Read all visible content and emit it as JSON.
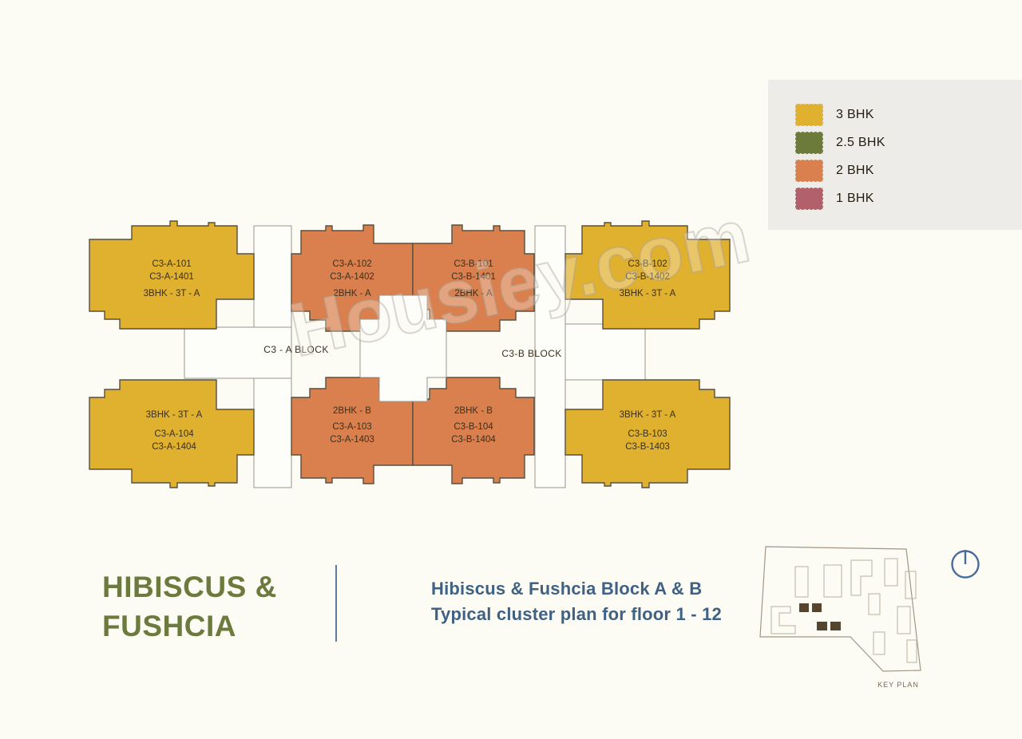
{
  "legend": {
    "items": [
      {
        "label": "3 BHK",
        "color": "#e0b02f"
      },
      {
        "label": "2.5 BHK",
        "color": "#6d7b3a"
      },
      {
        "label": "2 BHK",
        "color": "#d9804e"
      },
      {
        "label": "1 BHK",
        "color": "#b2606b"
      }
    ]
  },
  "plan": {
    "block_a_label": "C3 - A BLOCK",
    "block_b_label": "C3-B BLOCK",
    "units": [
      {
        "line1": "C3-A-101",
        "line2": "C3-A-1401",
        "type": "3BHK - 3T - A",
        "bhk": "3 BHK"
      },
      {
        "line1": "C3-A-102",
        "line2": "C3-A-1402",
        "type": "2BHK - A",
        "bhk": "2 BHK"
      },
      {
        "line1": "C3-B-101",
        "line2": "C3-B-1401",
        "type": "2BHK - A",
        "bhk": "2 BHK"
      },
      {
        "line1": "C3-B-102",
        "line2": "C3-B-1402",
        "type": "3BHK - 3T - A",
        "bhk": "3 BHK"
      },
      {
        "line1": "C3-A-104",
        "line2": "C3-A-1404",
        "type": "3BHK - 3T - A",
        "bhk": "3 BHK"
      },
      {
        "line1": "C3-A-103",
        "line2": "C3-A-1403",
        "type": "2BHK - B",
        "bhk": "2 BHK"
      },
      {
        "line1": "C3-B-104",
        "line2": "C3-B-1404",
        "type": "2BHK - B",
        "bhk": "2 BHK"
      },
      {
        "line1": "C3-B-103",
        "line2": "C3-B-1403",
        "type": "3BHK - 3T - A",
        "bhk": "3 BHK"
      }
    ]
  },
  "watermark": {
    "text": "Housiey.com"
  },
  "footer": {
    "title_line1": "HIBISCUS &",
    "title_line2": "FUSHCIA",
    "subtitle_line1": "Hibiscus & Fushcia Block A & B",
    "subtitle_line2": "Typical cluster plan for floor 1 - 12"
  },
  "keyplan": {
    "label": "KEY PLAN"
  },
  "colors": {
    "background": "#fcfcf4",
    "legend_panel": "#edece8",
    "title_green": "#6c7a3e",
    "subtitle_blue": "#3f6183",
    "north_icon_blue": "#4a6a9c",
    "unit_outline": "#57503e"
  }
}
